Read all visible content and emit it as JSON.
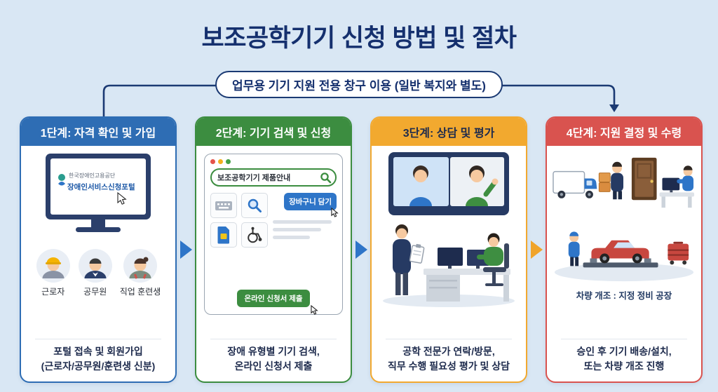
{
  "page": {
    "title": "보조공학기기 신청 방법 및 절차",
    "banner": "업무용 기기 지원 전용 창구 이용 (일반 복지와 별도)",
    "background_color": "#d9e7f4",
    "title_color": "#15306e",
    "connector_color": "#1b3a73"
  },
  "steps": [
    {
      "header": "1단계: 자격 확인 및 가입",
      "color": "#2e6db4",
      "header_text_color": "#ffffff",
      "monitor": {
        "org": "한국장애인고용공단",
        "portal": "장애인서비스신청포털"
      },
      "personas": [
        {
          "label": "근로자"
        },
        {
          "label": "공무원"
        },
        {
          "label": "직업 훈련생"
        }
      ],
      "caption_line1": "포털 접속 및 회원가입",
      "caption_line2": "(근로자/공무원/훈련생 신분)"
    },
    {
      "header": "2단계: 기기 검색 및 신청",
      "color": "#3c8d40",
      "header_text_color": "#ffffff",
      "search_text": "보조공학기기 제품안내",
      "cart_button": "장바구니 담기",
      "submit_button": "온라인 신청서 제출",
      "caption_line1": "장애 유형별 기기 검색,",
      "caption_line2": "온라인 신청서 제출"
    },
    {
      "header": "3단계: 상담 및 평가",
      "color": "#f2a92f",
      "header_text_color": "#1e2b4d",
      "caption_line1": "공학 전문가 연락/방문,",
      "caption_line2": "직무 수행 필요성 평가 및 상담"
    },
    {
      "header": "4단계: 지원 결정 및 수령",
      "color": "#d9534f",
      "header_text_color": "#ffffff",
      "note": "차량 개조 : 지정 정비 공장",
      "caption_line1": "승인 후 기기 배송/설치,",
      "caption_line2": "또는 차량 개조 진행"
    }
  ],
  "arrows": [
    {
      "color": "#2e75c8"
    },
    {
      "color": "#2e75c8"
    },
    {
      "color": "#f0a42a"
    }
  ],
  "icons": {
    "search-icon": "magnifier glyph (circle + handle)",
    "cursor-icon": "mouse pointer arrow",
    "keyboard-icon": "keyboard tile",
    "magnifier-icon": "magnifying glass tile",
    "sim-card-icon": "sim/memory card tile",
    "wheelchair-icon": "wheelchair tile",
    "worker-icon": "person with yellow hard hat",
    "official-icon": "person in navy suit",
    "trainee-icon": "person with red backpack straps",
    "browser-dot-red": "#e5534b",
    "browser-dot-yellow": "#f2b01e",
    "browser-dot-green": "#43a047"
  }
}
